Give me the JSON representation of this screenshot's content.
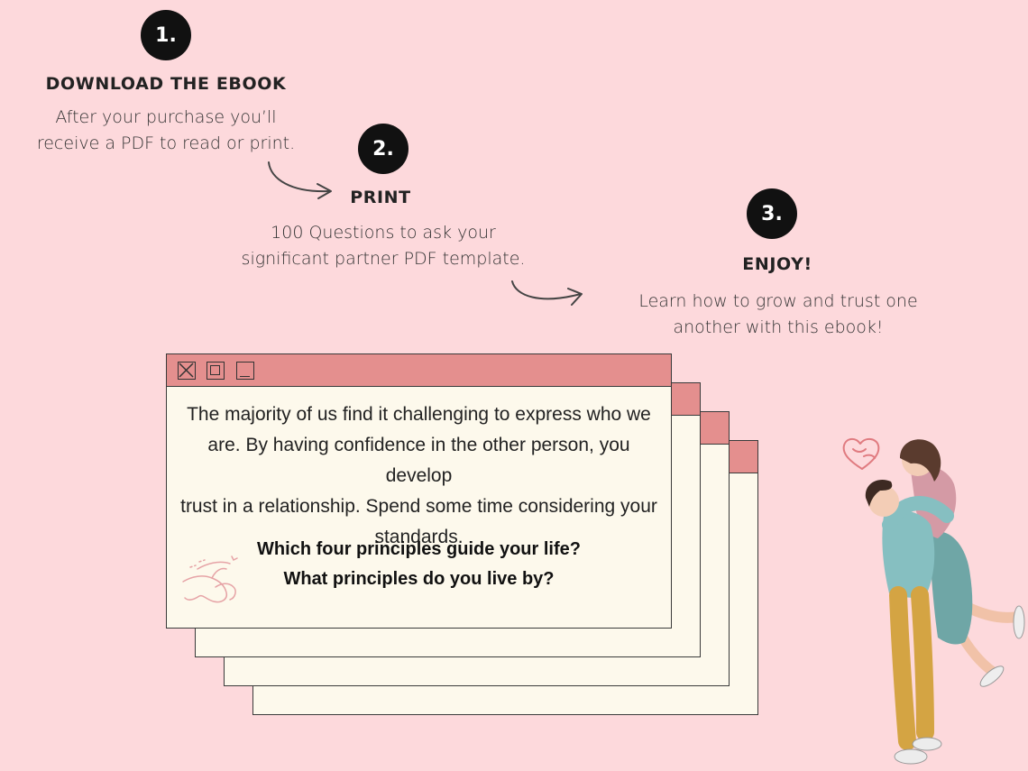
{
  "steps": [
    {
      "number": "1.",
      "title": "DOWNLOAD THE EBOOK",
      "desc_line1": "After your purchase you’ll",
      "desc_line2": "receive a PDF to read or print."
    },
    {
      "number": "2.",
      "title": "PRINT",
      "desc_line1": "100 Questions to ask your",
      "desc_line2": "significant partner PDF template."
    },
    {
      "number": "3.",
      "title": "ENJOY!",
      "desc_line1": "Learn how to grow and trust one",
      "desc_line2": "another with this ebook!"
    }
  ],
  "window": {
    "body_lines": [
      "The majority of us find it challenging to express who we",
      "are. By having confidence in the other person, you develop",
      "trust in a relationship. Spend some time considering your",
      "standards."
    ],
    "question1": "Which four principles guide your life?",
    "question2": "What principles do you live by?"
  },
  "colors": {
    "background": "#fdd9dc",
    "titlebar": "#e48f8e",
    "window_bg": "#fdf9ec",
    "badge": "#111111"
  },
  "icons": [
    "close-icon",
    "maximize-icon",
    "minimize-icon",
    "pinky-promise-icon",
    "heart-hands-icon",
    "couple-illustration"
  ]
}
